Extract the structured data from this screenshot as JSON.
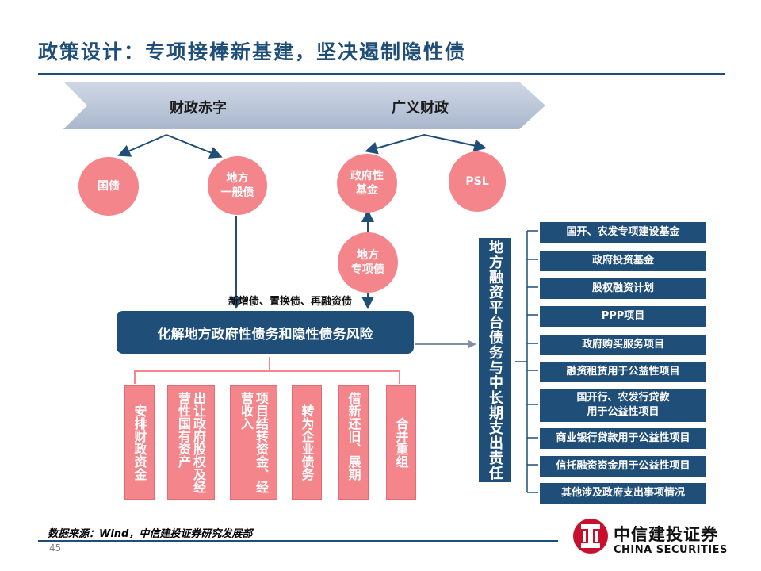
{
  "title": "政策设计：专项接棒新基建，坚决遏制隐性债",
  "arrows": {
    "left": "财政赤字",
    "right": "广义财政"
  },
  "circles": {
    "guozhai": "国债",
    "difang_yiban": "地方\n一般债",
    "zhengfuxing_jijin": "政府性\n基金",
    "psl": "PSL",
    "difang_zhuanxiang": "地方\n专项债"
  },
  "bar_label": "新增债、置换债、再融资债",
  "main_box": "化解地方政府性债务和隐性债务风险",
  "measures": [
    "安排财政资金",
    "出让政府股权及经营性国有资产",
    "项目结转资金、经营收入",
    "转为企业债务",
    "借新还旧、展期",
    "合并重组"
  ],
  "vertical_title": "地方融资平台债务与中长期支出责任",
  "right_items": [
    "国开、农发专项建设基金",
    "政府投资基金",
    "股权融资计划",
    "PPP项目",
    "政府购买服务项目",
    "融资租赁用于公益性项目",
    "国开行、农发行贷款\n用于公益性项目",
    "商业银行贷款用于公益性项目",
    "信托融资资金用于公益性项目",
    "其他涉及政府支出事项情况"
  ],
  "source": "数据来源：Wind，中信建投证券研究发展部",
  "page_number": "45",
  "logo": {
    "cn": "中信建投证券",
    "en": "CHINA SECURITIES"
  },
  "colors": {
    "navy": "#1f4e79",
    "pink": "#f4858b",
    "arrow_fill": "#b8c4d8",
    "logo_red": "#c8102e"
  }
}
